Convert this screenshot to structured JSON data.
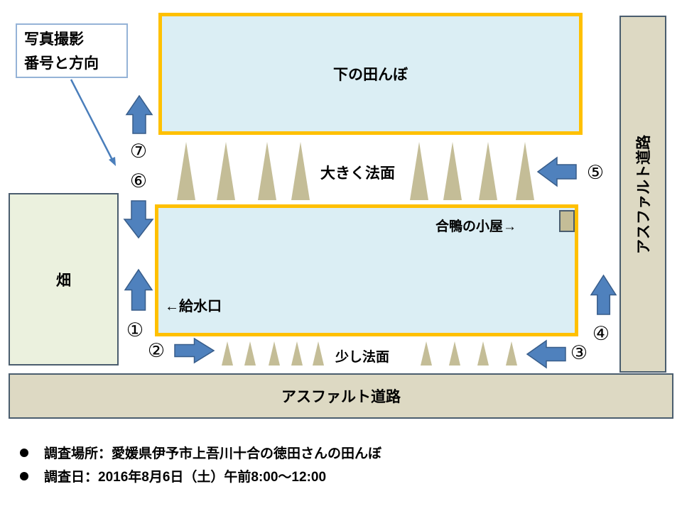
{
  "callout": {
    "lines": [
      "写真撮影",
      "番号と方向"
    ]
  },
  "upper_paddy": {
    "label": "下の田んぼ"
  },
  "labels": {
    "big_slope": "大きく法面",
    "small_slope": "少し法面",
    "duck_hut": "合鴨の小屋→",
    "water_inlet": "←給水口",
    "field": "畑",
    "road_bottom": "アスファルト道路",
    "road_right": "アスファルト道路"
  },
  "photo_points": [
    {
      "number": "①",
      "direction": "up"
    },
    {
      "number": "②",
      "direction": "right"
    },
    {
      "number": "③",
      "direction": "left"
    },
    {
      "number": "④",
      "direction": "up"
    },
    {
      "number": "⑤",
      "direction": "left"
    },
    {
      "number": "⑥",
      "direction": "down"
    },
    {
      "number": "⑦",
      "direction": "up"
    }
  ],
  "notes": [
    "調査場所：愛媛県伊予市上吾川十合の徳田さんの田んぼ",
    "調査日：2016年8月6日（土）午前8:00～12:00"
  ],
  "colors": {
    "paddy_border": "#ffc000",
    "paddy_fill": "#dbeef4",
    "slope": "#c4bd97",
    "arrow_fill": "#4f81bd",
    "arrow_stroke": "#385d8a",
    "field_fill": "#ebf1de",
    "road_fill": "#ddd9c3",
    "callout_line": "#4a7ebb"
  }
}
